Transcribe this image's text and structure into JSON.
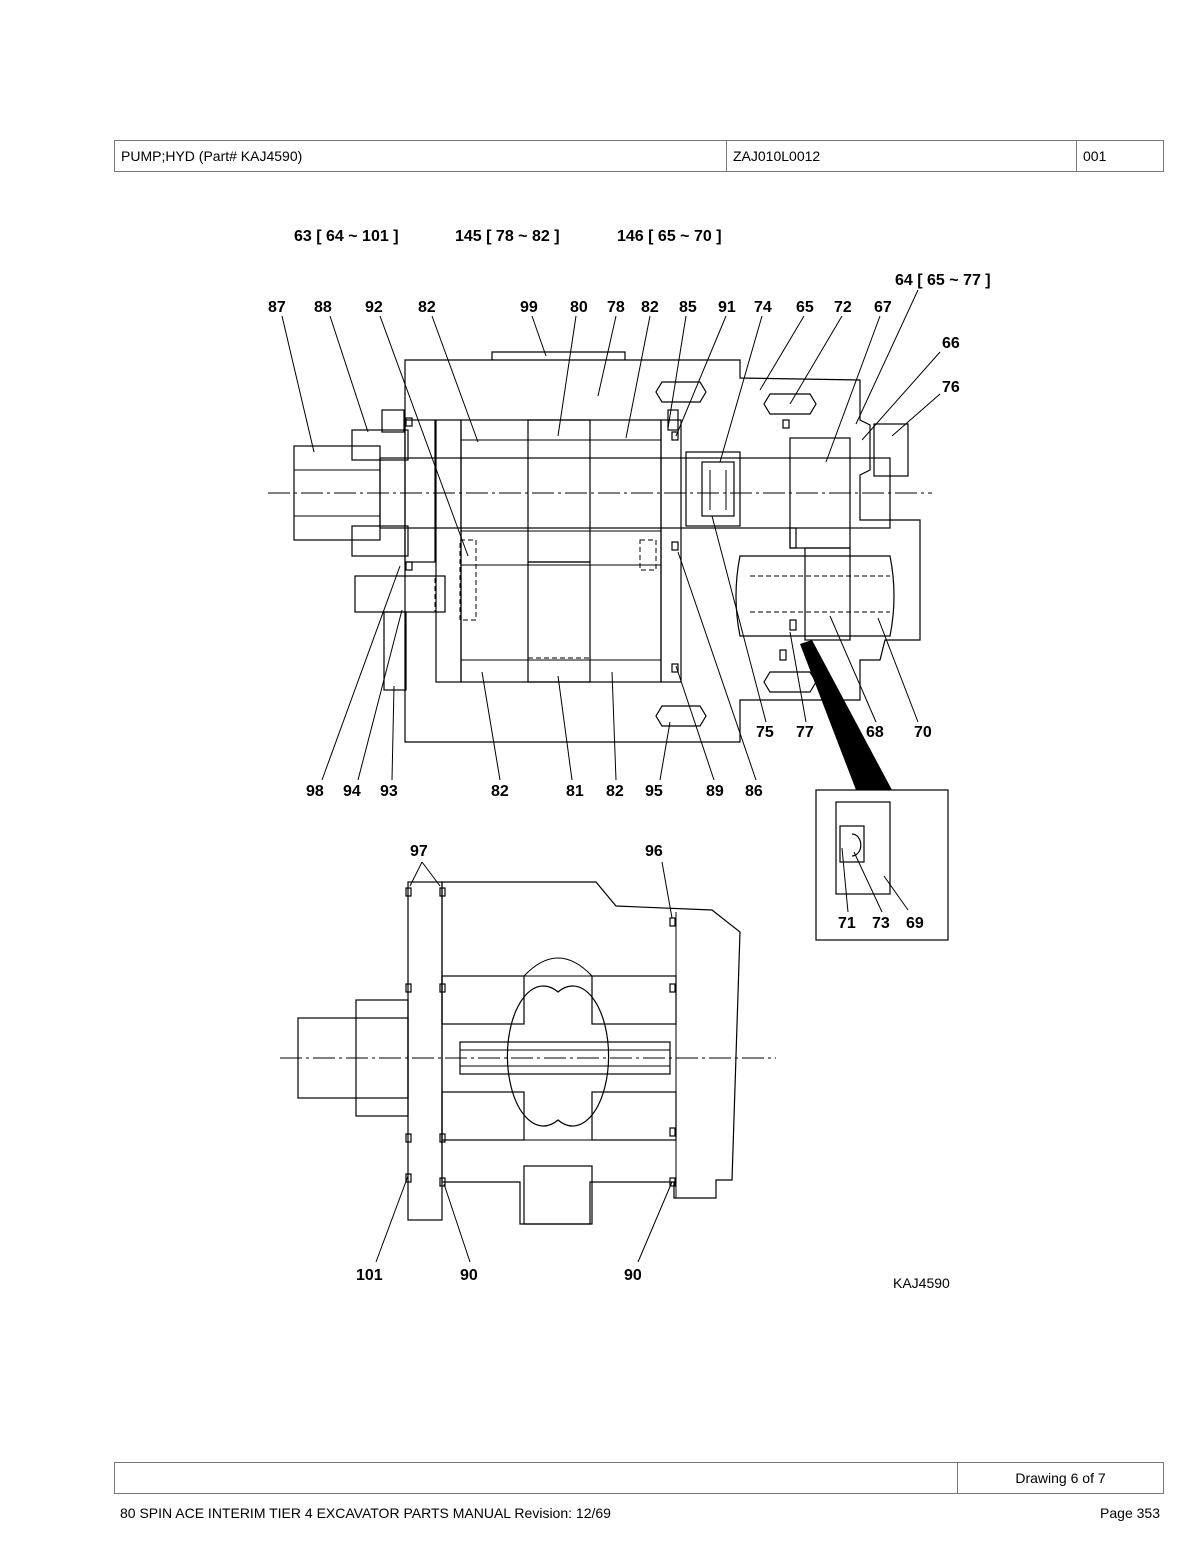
{
  "header": {
    "title": "PUMP;HYD (Part# KAJ4590)",
    "code": "ZAJ010L0012",
    "sequence": "001"
  },
  "drawing": {
    "group_labels": [
      "63 [ 64 ~ 101 ]",
      "145 [ 78 ~ 82 ]",
      "146 [ 65 ~ 70 ]",
      "64 [ 65 ~ 77 ]"
    ],
    "top_callouts": [
      "87",
      "88",
      "92",
      "82",
      "99",
      "80",
      "78",
      "82",
      "85",
      "91",
      "74",
      "65",
      "72",
      "67",
      "66",
      "76"
    ],
    "right_callouts": [
      "75",
      "77",
      "68",
      "70"
    ],
    "bottom_callouts": [
      "98",
      "94",
      "93",
      "82",
      "81",
      "82",
      "95",
      "89",
      "86"
    ],
    "detail_callouts": [
      "71",
      "73",
      "69"
    ],
    "lower_view_callouts": [
      "97",
      "96",
      "101",
      "90",
      "90"
    ],
    "figure_id": "KAJ4590"
  },
  "footer": {
    "drawing_info": "Drawing 6 of 7",
    "manual_title": "80 SPIN ACE INTERIM TIER 4 EXCAVATOR PARTS MANUAL Revision: 12/69",
    "page": "Page 353"
  }
}
